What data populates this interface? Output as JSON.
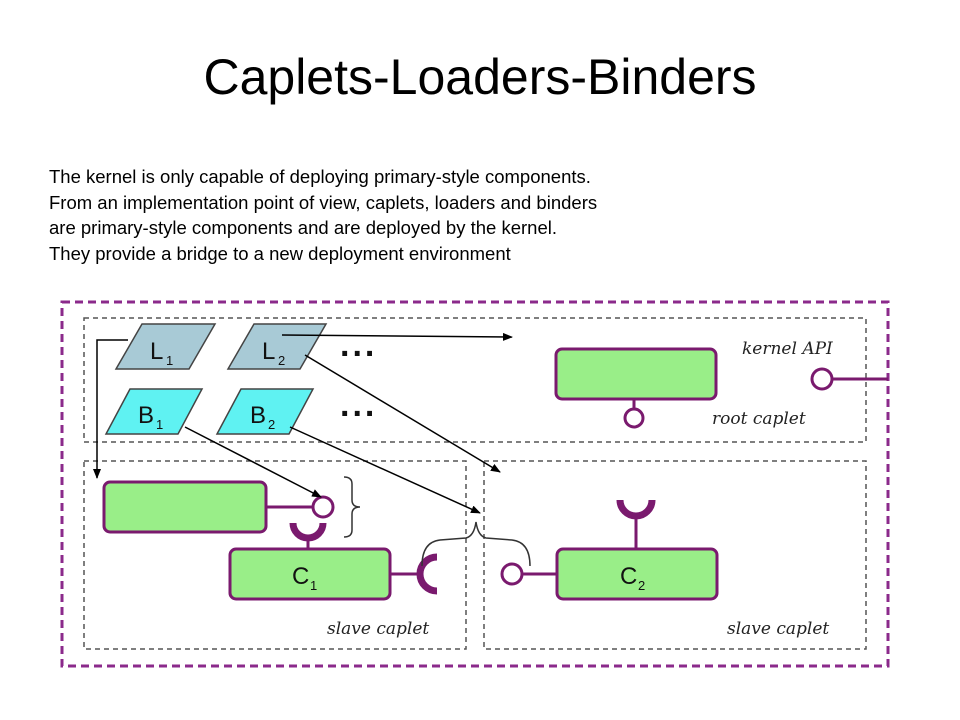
{
  "title": "Caplets-Loaders-Binders",
  "intro_lines": [
    "The kernel is only capable of deploying primary-style components.",
    "From an implementation point of view, caplets, loaders and binders",
    "are primary-style components and are deployed by the kernel.",
    "They provide a bridge to a new deployment environment"
  ],
  "diagram": {
    "kernel_api_label": "kernel API",
    "root_caplet_label": "root caplet",
    "slave_caplet_left_label": "slave caplet",
    "slave_caplet_right_label": "slave caplet",
    "loader1": {
      "letter": "L",
      "sub": "1"
    },
    "loader2": {
      "letter": "L",
      "sub": "2"
    },
    "binder1": {
      "letter": "B",
      "sub": "1"
    },
    "binder2": {
      "letter": "B",
      "sub": "2"
    },
    "component1": {
      "letter": "C",
      "sub": "1"
    },
    "component2": {
      "letter": "C",
      "sub": "2"
    },
    "ellipsis_top": "...",
    "ellipsis_bottom": "...",
    "colors": {
      "outer_border": "#8b2a8b",
      "component_fill": "#99ee88",
      "component_border": "#7a1a6e",
      "loader_fill": "#a8cad6",
      "binder_fill": "#5ff2f2"
    }
  }
}
